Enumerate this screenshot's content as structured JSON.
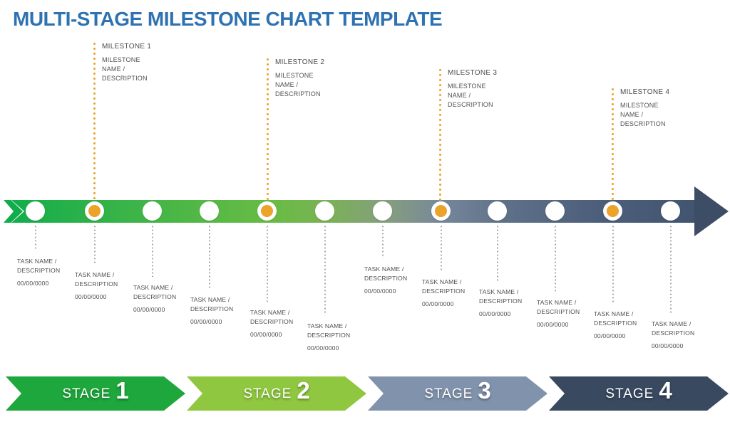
{
  "title": "MULTI-STAGE MILESTONE CHART TEMPLATE",
  "milestones": [
    {
      "name": "MILESTONE 1",
      "description": "MILESTONE NAME / DESCRIPTION"
    },
    {
      "name": "MILESTONE 2",
      "description": "MILESTONE NAME / DESCRIPTION"
    },
    {
      "name": "MILESTONE 3",
      "description": "MILESTONE NAME / DESCRIPTION"
    },
    {
      "name": "MILESTONE 4",
      "description": "MILESTONE NAME / DESCRIPTION"
    }
  ],
  "tasks": [
    {
      "name": "TASK NAME / DESCRIPTION",
      "date": "00/00/0000"
    },
    {
      "name": "TASK NAME / DESCRIPTION",
      "date": "00/00/0000"
    },
    {
      "name": "TASK NAME / DESCRIPTION",
      "date": "00/00/0000"
    },
    {
      "name": "TASK NAME / DESCRIPTION",
      "date": "00/00/0000"
    },
    {
      "name": "TASK NAME / DESCRIPTION",
      "date": "00/00/0000"
    },
    {
      "name": "TASK NAME / DESCRIPTION",
      "date": "00/00/0000"
    },
    {
      "name": "TASK NAME / DESCRIPTION",
      "date": "00/00/0000"
    },
    {
      "name": "TASK NAME / DESCRIPTION",
      "date": "00/00/0000"
    },
    {
      "name": "TASK NAME / DESCRIPTION",
      "date": "00/00/0000"
    },
    {
      "name": "TASK NAME / DESCRIPTION",
      "date": "00/00/0000"
    },
    {
      "name": "TASK NAME / DESCRIPTION",
      "date": "00/00/0000"
    },
    {
      "name": "TASK NAME / DESCRIPTION",
      "date": "00/00/0000"
    }
  ],
  "stages": [
    {
      "label": "STAGE",
      "number": "1"
    },
    {
      "label": "STAGE",
      "number": "2"
    },
    {
      "label": "STAGE",
      "number": "3"
    },
    {
      "label": "STAGE",
      "number": "4"
    }
  ],
  "colors": {
    "title_blue": "#2E72B2",
    "milestone_gold": "#EBA32A",
    "timeline_green_start": "#12AD4B",
    "timeline_slate_end": "#415470",
    "arrowhead_slate": "#3D4D65",
    "stage1_green": "#1EA73C",
    "stage2_light_green": "#90C740",
    "stage3_gray_blue": "#8192AC",
    "stage4_dark_slate": "#394960",
    "label_text": "#4E4E4E"
  }
}
